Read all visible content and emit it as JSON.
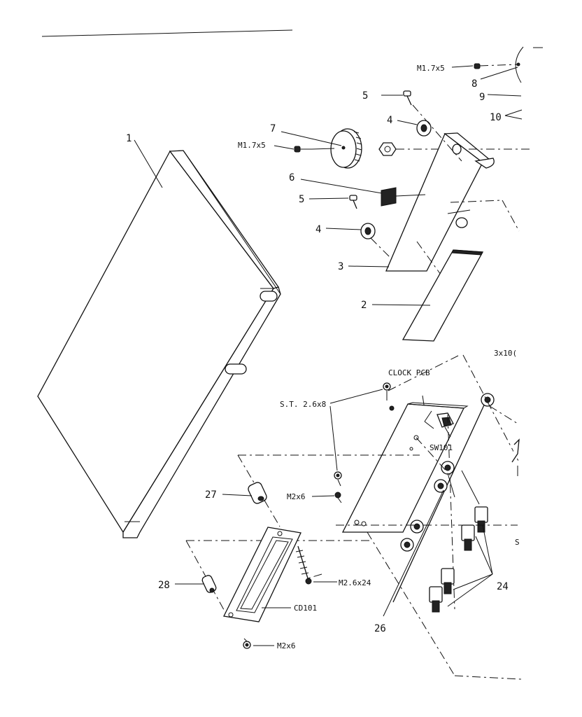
{
  "callouts": {
    "p1": "1",
    "p2": "2",
    "p3": "3",
    "p4a": "4",
    "p4b": "4",
    "p5a": "5",
    "p5b": "5",
    "p6": "6",
    "p7": "7",
    "p8": "8",
    "p9": "9",
    "p10": "10",
    "p24": "24",
    "p26": "26",
    "p27": "27",
    "p28": "28"
  },
  "screws": {
    "m17x5_top": "M1.7x5",
    "m17x5_knob": "M1.7x5",
    "st26x8": "S.T. 2.6x8",
    "m2x6_upper": "M2x6",
    "m26x24": "M2.6x24",
    "m2x6_lower": "M2x6",
    "x3x10": "3x10("
  },
  "components": {
    "clock_pcb": "CLOCK PCB",
    "sw101": "SW101",
    "cd101": "CD101"
  },
  "edge_marks": {
    "s": "S"
  }
}
